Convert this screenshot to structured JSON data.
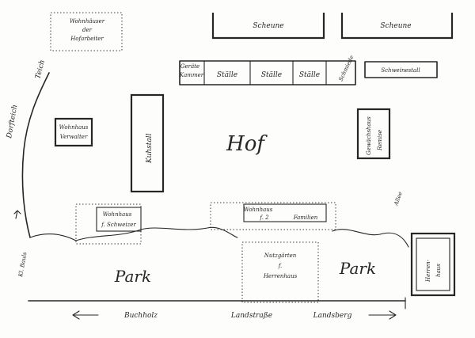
{
  "labels": {
    "scheune_left": "Scheune",
    "scheune_right": "Scheune",
    "wohnhaeuser_arbeiter": [
      "Wohnhäuser",
      "der",
      "Hofarbeiter"
    ],
    "teich": "Teich",
    "dorfteich": "Dorfteich",
    "geraete_kammer": [
      "Geräte",
      "Kammer"
    ],
    "staelle_1": "Ställe",
    "staelle_2": "Ställe",
    "staelle_3": "Ställe",
    "schmiede": "Schmiede",
    "schweinestall": "Schweinestall",
    "wohnhaus_verwalter": [
      "Wohnhaus",
      "Verwalter"
    ],
    "kuhstall": "Kuhstall",
    "hof": "Hof",
    "remise": [
      "Gewächshaus",
      "Remise"
    ],
    "allee": "Allee",
    "wohnhaus_schweizer": [
      "Wohnhaus",
      "f. Schweizer"
    ],
    "wohnhaus_familien": [
      "Wohnhaus",
      "f. 2",
      "Familien"
    ],
    "kl_bauls": "Kl. Bauls",
    "nutzgarten": [
      "Nutzgärten",
      "f.",
      "Herrenhaus"
    ],
    "park_left": "Park",
    "park_right": "Park",
    "herrenhaus": [
      "Herren-",
      "haus"
    ],
    "buchholz": "Buchholz",
    "landstrasse": "Landstraße",
    "landsberg": "Landsberg"
  }
}
